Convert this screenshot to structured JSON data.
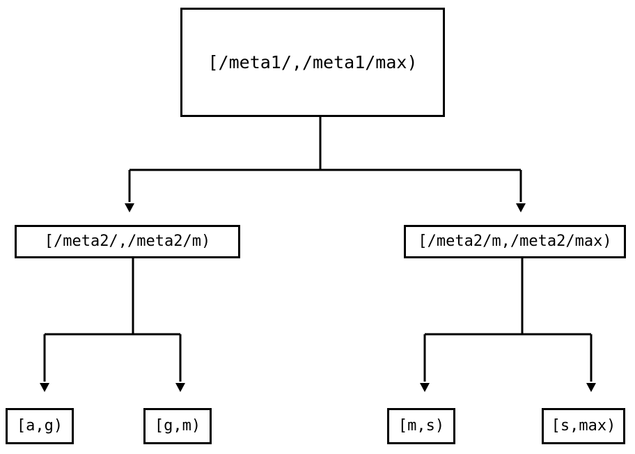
{
  "diagram": {
    "type": "tree",
    "title": "",
    "orientation": "top-down",
    "style": {
      "background": "#ffffff",
      "node_fill": "#ffffff",
      "node_border": "#000000",
      "edge_color": "#000000",
      "text_color": "#000000",
      "arrowhead": "filled-triangle-down"
    },
    "nodes": {
      "root": {
        "id": "root",
        "label": "[/meta1/,/meta1/max)",
        "level": 0
      },
      "mid_left": {
        "id": "mid_left",
        "label": "[/meta2/,/meta2/m)",
        "level": 1
      },
      "mid_right": {
        "id": "mid_right",
        "label": "[/meta2/m,/meta2/max)",
        "level": 1
      },
      "leaf_ag": {
        "id": "leaf_ag",
        "label": "[a,g)",
        "level": 2
      },
      "leaf_gm": {
        "id": "leaf_gm",
        "label": "[g,m)",
        "level": 2
      },
      "leaf_ms": {
        "id": "leaf_ms",
        "label": "[m,s)",
        "level": 2
      },
      "leaf_smax": {
        "id": "leaf_smax",
        "label": "[s,max)",
        "level": 2
      }
    },
    "edges": [
      {
        "from": "root",
        "to": "mid_left"
      },
      {
        "from": "root",
        "to": "mid_right"
      },
      {
        "from": "mid_left",
        "to": "leaf_ag"
      },
      {
        "from": "mid_left",
        "to": "leaf_gm"
      },
      {
        "from": "mid_right",
        "to": "leaf_ms"
      },
      {
        "from": "mid_right",
        "to": "leaf_smax"
      }
    ]
  }
}
